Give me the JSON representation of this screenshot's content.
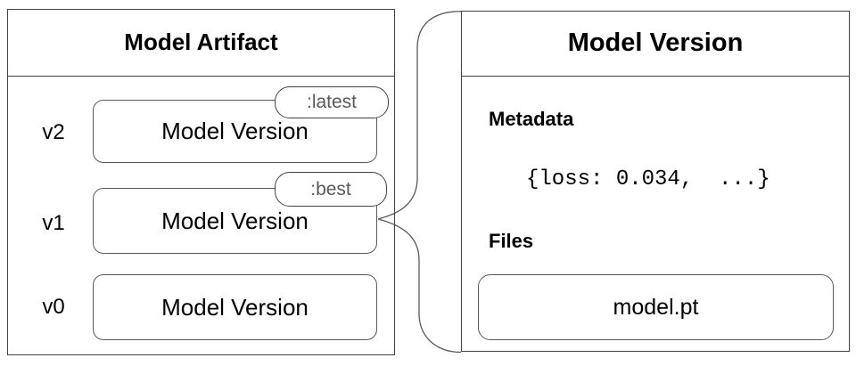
{
  "artifact_panel": {
    "title": "Model Artifact",
    "rows": [
      {
        "label": "v2",
        "box": "Model Version",
        "tag": ":latest"
      },
      {
        "label": "v1",
        "box": "Model Version",
        "tag": ":best"
      },
      {
        "label": "v0",
        "box": "Model Version"
      }
    ]
  },
  "version_panel": {
    "title": "Model Version",
    "metadata_heading": "Metadata",
    "metadata_value": "{loss: 0.034,  ...}",
    "files_heading": "Files",
    "file_name": "model.pt"
  },
  "connector": {
    "description": "callout-funnel-from-v1-to-version-panel"
  },
  "colors": {
    "panel_border": "#424242",
    "box_border": "#595959",
    "tag_text": "#595959",
    "text": "#000000",
    "background": "#ffffff"
  }
}
